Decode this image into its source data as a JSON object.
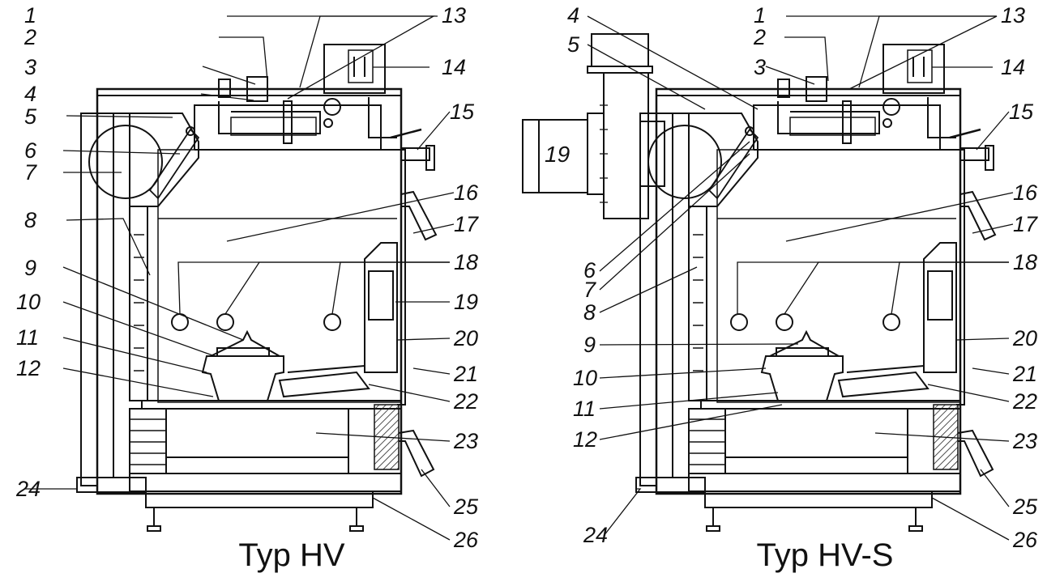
{
  "diagrams": [
    {
      "caption": "Typ HV",
      "labels": [
        "1",
        "2",
        "3",
        "4",
        "5",
        "6",
        "7",
        "8",
        "9",
        "10",
        "11",
        "12",
        "13",
        "14",
        "15",
        "16",
        "17",
        "18",
        "19",
        "20",
        "21",
        "22",
        "23",
        "24",
        "25",
        "26"
      ]
    },
    {
      "caption": "Typ HV-S",
      "motor_label": "19",
      "labels": [
        "1",
        "2",
        "3",
        "4",
        "5",
        "6",
        "7",
        "8",
        "9",
        "10",
        "11",
        "12",
        "13",
        "14",
        "15",
        "16",
        "17",
        "18",
        "19",
        "20",
        "21",
        "22",
        "23",
        "24",
        "25",
        "26"
      ]
    }
  ]
}
